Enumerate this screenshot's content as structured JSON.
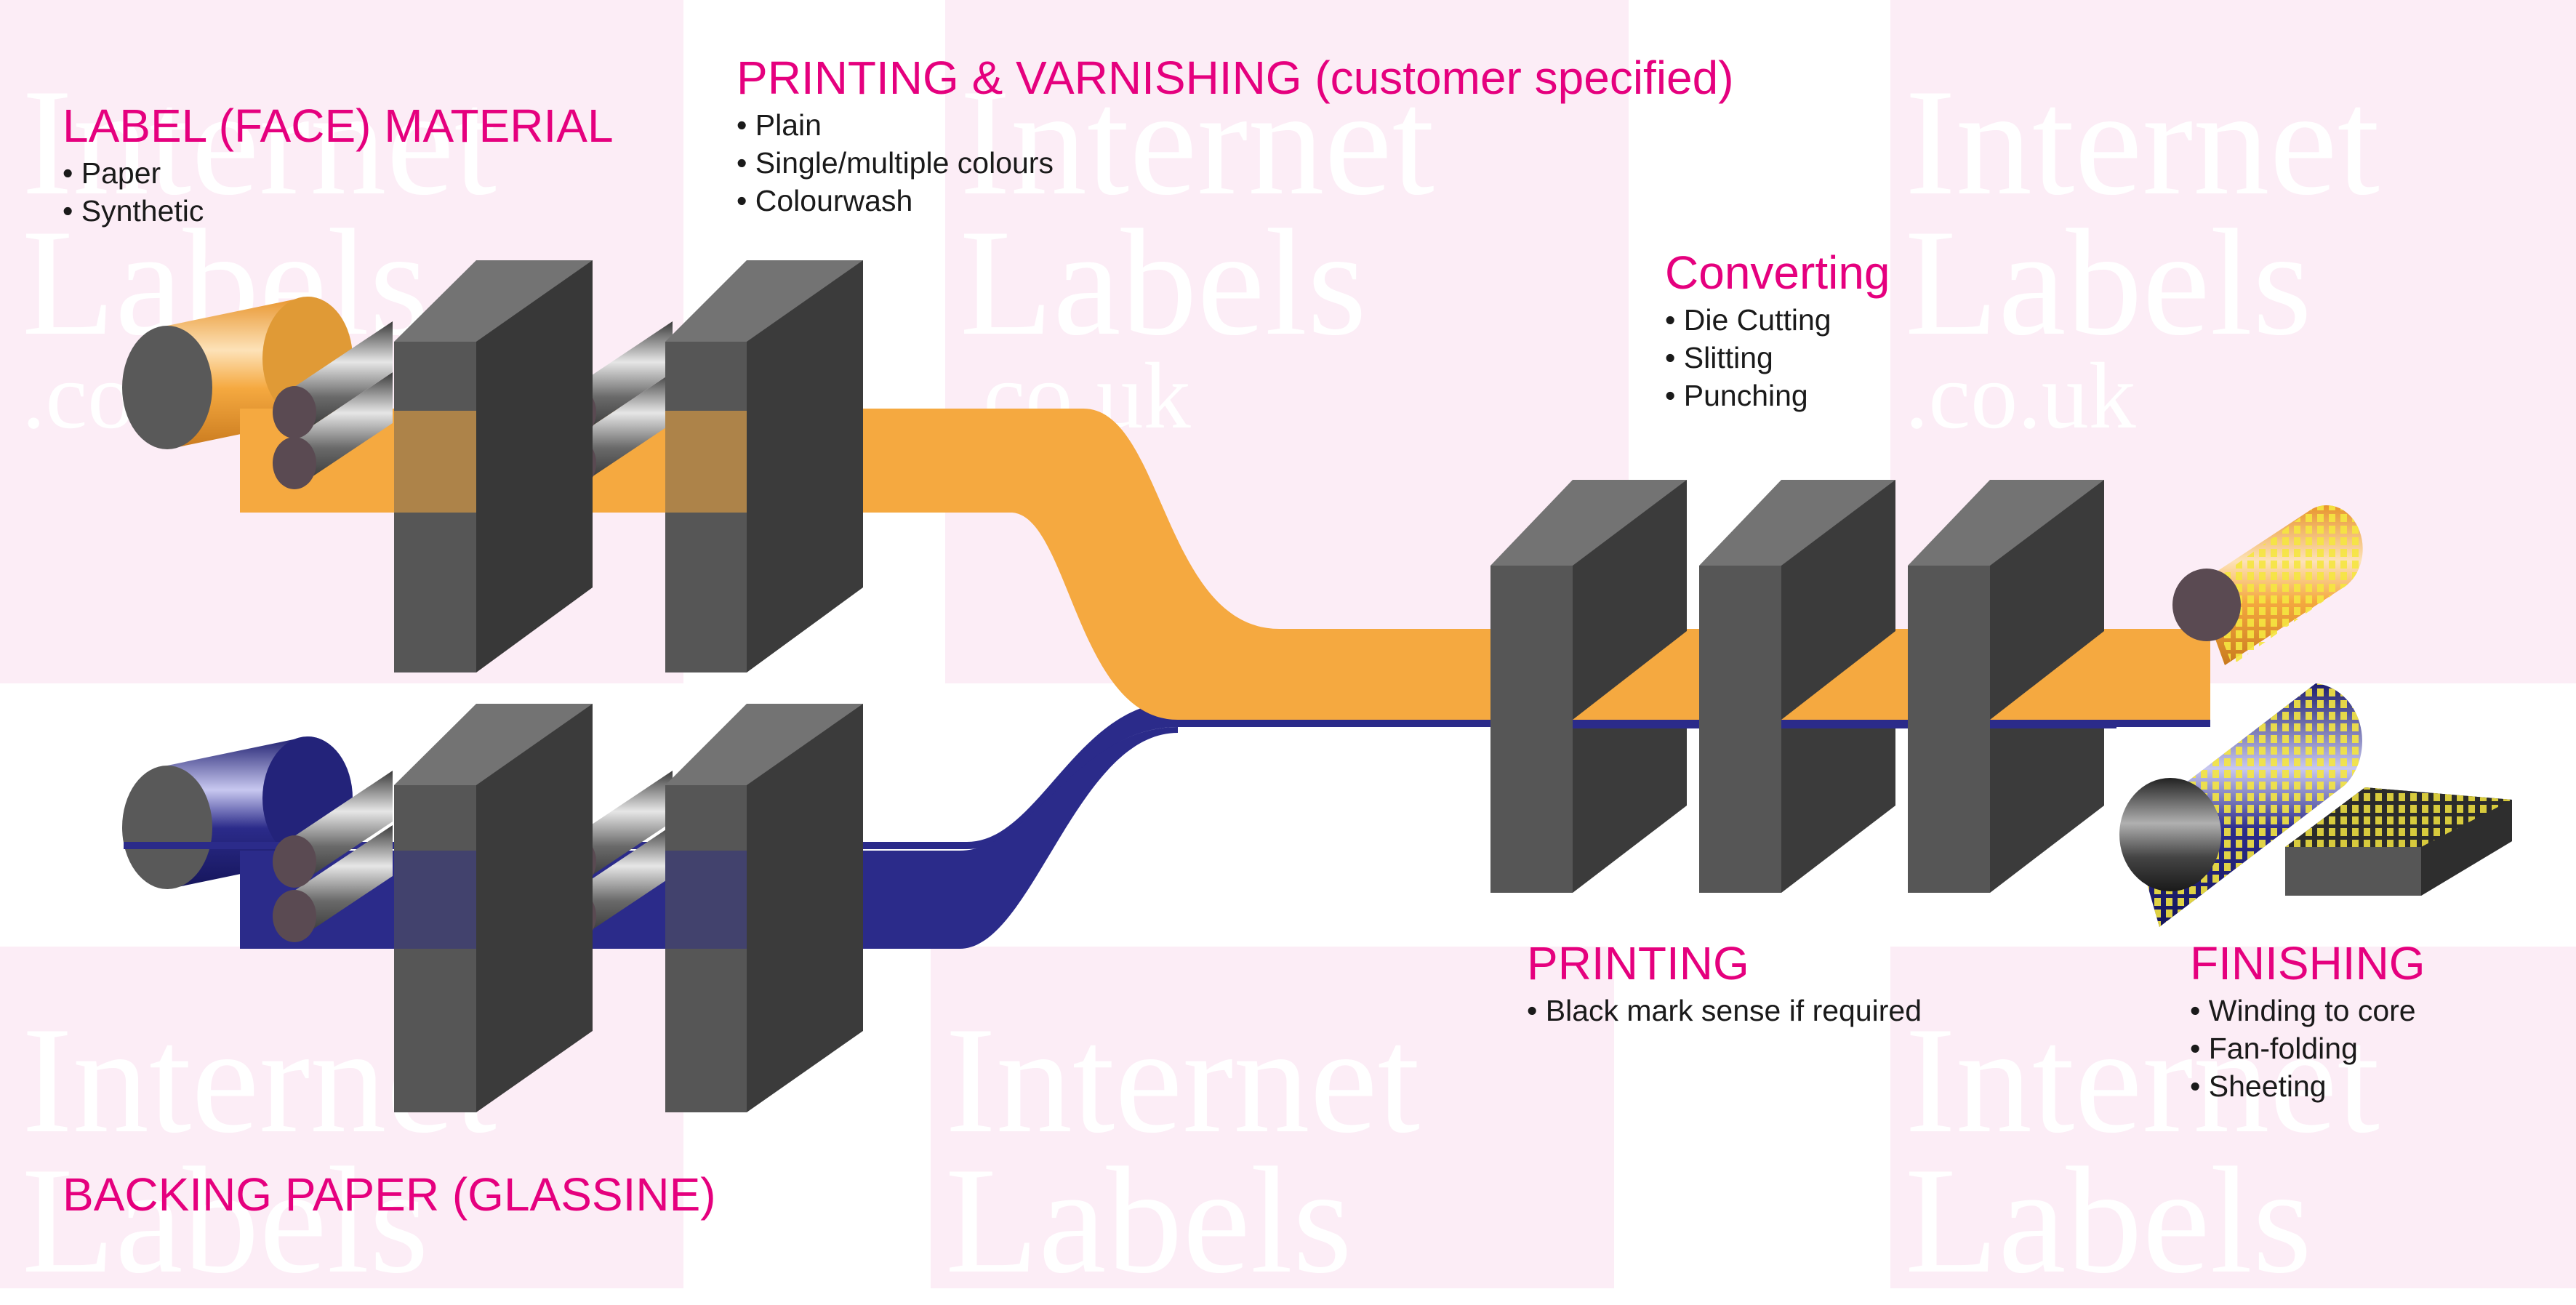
{
  "watermark": {
    "line1": "Internet",
    "line2": "Labels",
    "line3": ".co.uk"
  },
  "colors": {
    "accent": "#e5007e",
    "face_material": "#f5a940",
    "backing_paper": "#2b2b8a",
    "machine_front": "#565656",
    "machine_side": "#3b3b3b",
    "machine_top": "#737373",
    "watermark_panel": "#fcedf6",
    "label_dots": "#f5e640"
  },
  "labels": {
    "face_material": {
      "title": "LABEL (FACE) MATERIAL",
      "items": [
        "Paper",
        "Synthetic"
      ]
    },
    "printing_varnishing": {
      "title": "PRINTING & VARNISHING (customer specified)",
      "items": [
        "Plain",
        "Single/multiple colours",
        "Colourwash"
      ]
    },
    "converting": {
      "title": "Converting",
      "items": [
        "Die Cutting",
        "Slitting",
        "Punching"
      ]
    },
    "printing": {
      "title": "PRINTING",
      "items": [
        "Black mark sense if required"
      ]
    },
    "finishing": {
      "title": "FINISHING",
      "items": [
        "Winding to core",
        "Fan-folding",
        "Sheeting"
      ]
    },
    "backing_paper": {
      "title": "BACKING PAPER (GLASSINE)"
    }
  }
}
